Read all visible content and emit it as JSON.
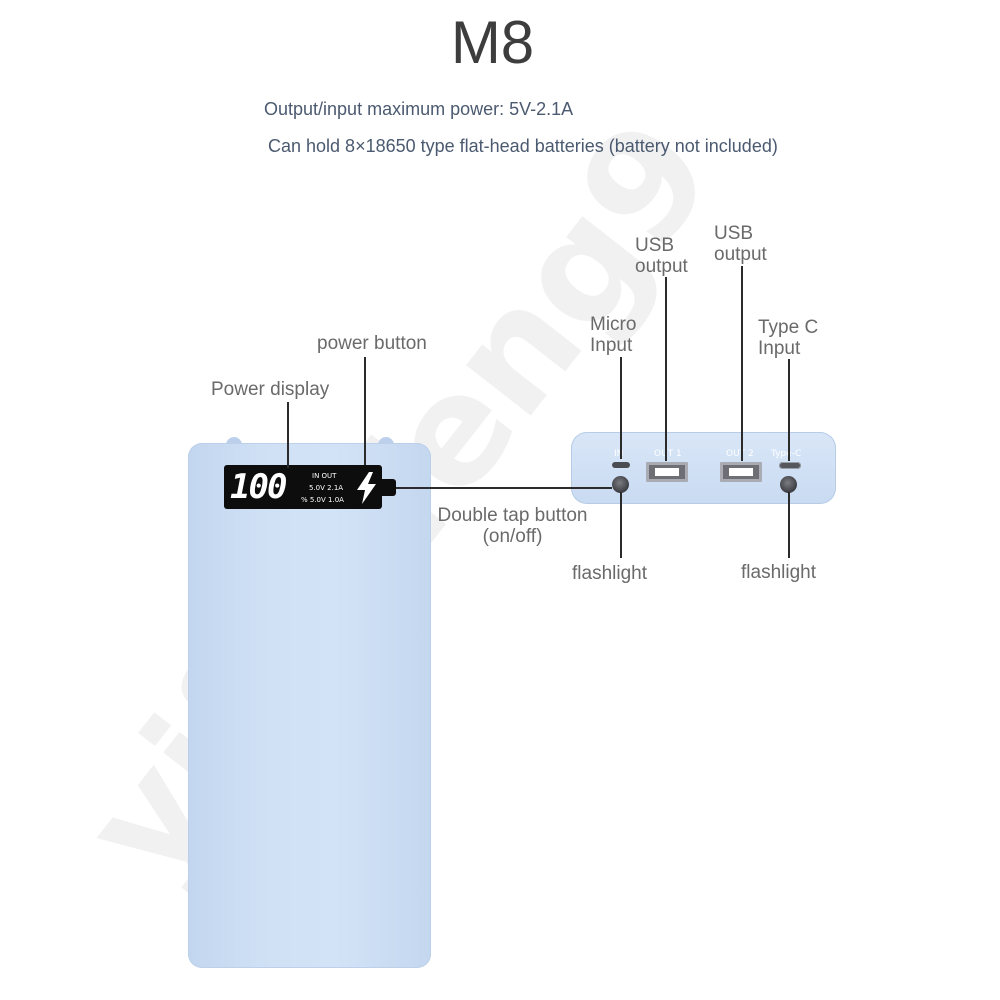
{
  "title": "M8",
  "specs": {
    "power": "Output/input maximum power: 5V-2.1A",
    "capacity": "Can hold 8×18650 type flat-head batteries (battery not included)"
  },
  "labels": {
    "power_display": "Power display",
    "power_button": "power button",
    "double_tap": "Double tap button",
    "double_tap_sub": "(on/off)",
    "micro_input_1": "Micro",
    "micro_input_2": "Input",
    "usb_output_a_1": "USB",
    "usb_output_a_2": "output",
    "usb_output_b_1": "USB",
    "usb_output_b_2": "output",
    "typec_input_1": "Type C",
    "typec_input_2": "Input",
    "flashlight_left": "flashlight",
    "flashlight_right": "flashlight"
  },
  "device": {
    "display_digits": "100",
    "display_lines": [
      "IN  OUT",
      "5.0V 2.1A",
      "%  5.0V 1.0A"
    ],
    "port_labels": [
      "IN",
      "OUT 1",
      "OUT 2",
      "Type-C"
    ]
  },
  "watermark_text": "yifanfeng9",
  "colors": {
    "body_blue": "#cfe0f5",
    "spec_text": "#4b5a70",
    "label_text": "#6a6a6a"
  }
}
